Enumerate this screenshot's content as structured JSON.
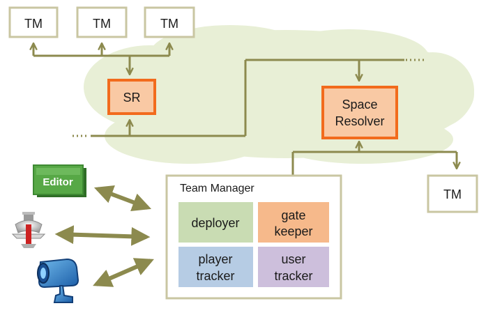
{
  "nodes": {
    "tm_top_1": "TM",
    "tm_top_2": "TM",
    "tm_top_3": "TM",
    "sr": "SR",
    "space_resolver": [
      "Space",
      "Resolver"
    ],
    "tm_right": "TM",
    "editor": "Editor",
    "team_manager": {
      "title": "Team Manager",
      "deployer": "deployer",
      "gate_keeper": [
        "gate",
        "keeper"
      ],
      "player_tracker": [
        "player",
        "tracker"
      ],
      "user_tracker": [
        "user",
        "tracker"
      ]
    }
  },
  "colors": {
    "connector": "#8c8a4e",
    "box_border": "#c9c6a2",
    "cloud": "#e8efd6",
    "orange_fill": "#f9c9a4",
    "orange_border": "#f26b1d",
    "editor_fill": "#57a846",
    "deployer_fill": "#c9dcb3",
    "gate_keeper_fill": "#f6b98b",
    "player_tracker_fill": "#b6cce4",
    "user_tracker_fill": "#cdbfdc"
  },
  "icons": [
    "editor-icon",
    "sprinkler-icon",
    "camera-icon"
  ]
}
